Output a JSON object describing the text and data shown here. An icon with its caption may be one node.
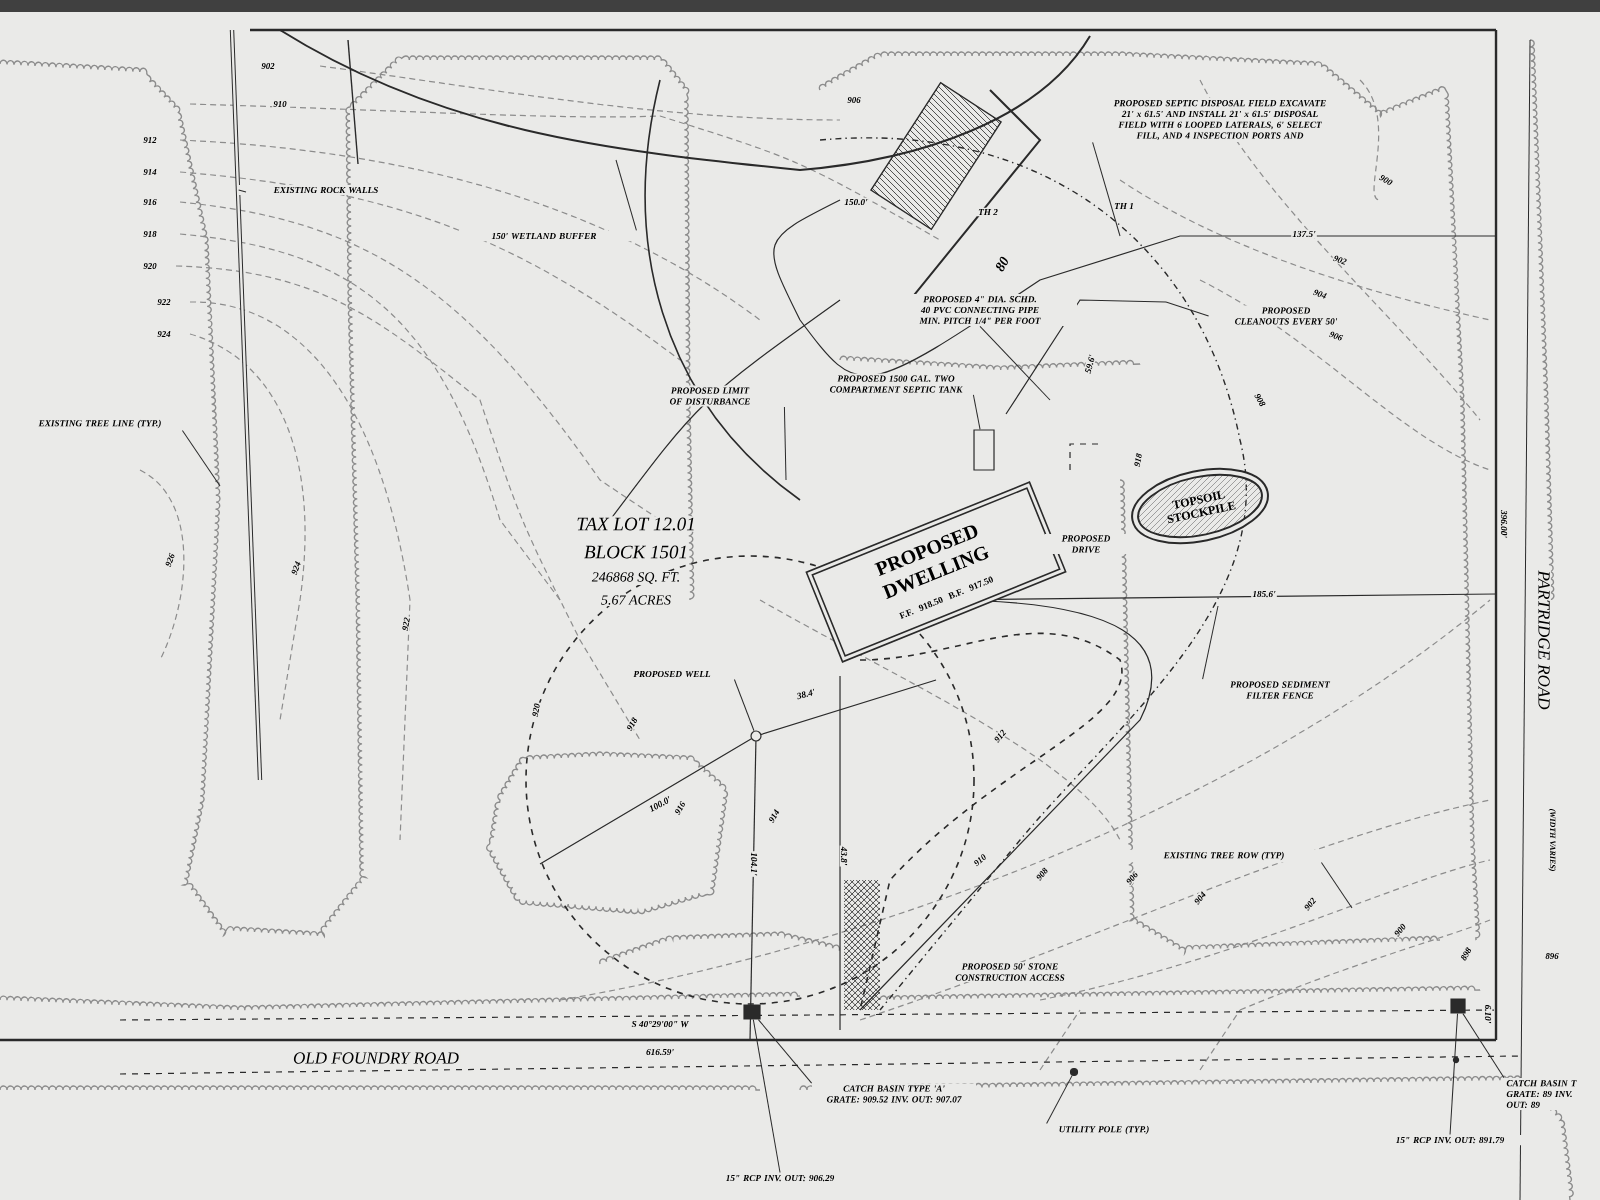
{
  "diagram": {
    "nodes": [
      {
        "text": [
          "EXISTING ROCK WALLS"
        ]
      },
      {
        "text": [
          "150' WETLAND BUFFER"
        ]
      },
      {
        "text": [
          "EXISTING TREE LINE (TYP.)"
        ]
      },
      {
        "text": [
          "PROPOSED LIMIT OF DISTURBANCE"
        ]
      },
      {
        "text": [
          "PROPOSED SEPTIC DISPOSAL FIELD EXCAVATE 21' x 61.5' AND INSTALL 21' x 61.5' DISPOSAL FIELD WITH 6 LOOPED LATERALS, 6' SELECT FILL, AND 4 INSPECTION PORTS AND"
        ]
      },
      {
        "text": [
          "PROPOSED 4\" DIA. SCHD. 40 PVC CONNECTING PIPE MIN. PITCH 1/4\" PER FOOT"
        ]
      },
      {
        "text": [
          "PROPOSED 1500 GAL. TWO COMPARTMENT SEPTIC TANK"
        ]
      },
      {
        "text": [
          "PROPOSED CLEANOUTS EVERY 50'"
        ]
      },
      {
        "text": [
          "PROPOSED WELL"
        ]
      },
      {
        "text": [
          "PROPOSED SEDIMENT FILTER FENCE"
        ]
      },
      {
        "text": [
          "EXISTING TREE ROW (TYP)"
        ]
      },
      {
        "text": [
          "CATCH BASIN TYPE 'A' GRATE: 909.52 INV. OUT: 907.07"
        ]
      },
      {
        "text": [
          "UTILITY POLE (TYP.)"
        ]
      },
      {
        "text": [
          "15\" RCP INV. OUT: 891.79"
        ]
      },
      {
        "text": [
          "CATCH BASIN T GRATE: 89 INV. OUT: 89"
        ]
      },
      {
        "text": [
          "15\" RCP INV. OUT: 906.29"
        ]
      },
      {
        "text": [
          "PROPOSED DWELLING",
          "F.F. 918.50 B.F. 917.50"
        ]
      },
      {
        "text": [
          "TOPSOIL STOCKPILE"
        ]
      },
      {
        "text": [],
        "shape": "box"
      },
      {
        "text": [],
        "shape": "box"
      },
      {
        "text": [],
        "shape": "circle"
      },
      {
        "text": [],
        "shape": "circle"
      },
      {
        "text": [],
        "shape": "box"
      }
    ],
    "edges": [
      {
        "from": 0,
        "to": null,
        "arrow": "none"
      },
      {
        "from": 1,
        "to": null,
        "arrow": "none"
      },
      {
        "from": 2,
        "to": null,
        "arrow": "none"
      },
      {
        "from": 3,
        "to": null,
        "arrow": "none"
      },
      {
        "from": 4,
        "to": null,
        "arrow": "none"
      },
      {
        "from": 5,
        "to": null,
        "arrow": "none"
      },
      {
        "from": 6,
        "to": 22,
        "arrow": "none"
      },
      {
        "from": 7,
        "to": null,
        "arrow": "none"
      },
      {
        "from": 8,
        "to": 21,
        "arrow": "none"
      },
      {
        "from": 9,
        "to": null,
        "arrow": "none"
      },
      {
        "from": 10,
        "to": null,
        "arrow": "none"
      },
      {
        "from": 11,
        "to": 18,
        "arrow": "none"
      },
      {
        "from": 12,
        "to": 20,
        "arrow": "none"
      },
      {
        "from": 13,
        "to": 19,
        "arrow": "none"
      },
      {
        "from": 14,
        "to": 19,
        "arrow": "none"
      },
      {
        "from": 15,
        "to": 18,
        "arrow": "none"
      }
    ],
    "labels": [
      "TAX LOT 12.01",
      "BLOCK 1501",
      "246868 SQ. FT.",
      "5.67 ACRES",
      "PROPOSED DRIVE",
      "PROPOSED 50' STONE CONSTRUCTION ACCESS",
      "OLD FOUNDRY ROAD",
      "PARTRIDGE ROAD",
      "(WIDTH VARIES)",
      "S 40°29'00\" W",
      "616.59'",
      "150.0'",
      "137.5'",
      "185.6'",
      "100.0'",
      "38.4'",
      "43.8'",
      "104.1'",
      "59.6'",
      "396.00'",
      "6.10'",
      "TH 2",
      "TH 1",
      "80",
      "902",
      "910",
      "912",
      "914",
      "916",
      "918",
      "920",
      "922",
      "924",
      "926",
      "924",
      "922",
      "920",
      "918",
      "916",
      "914",
      "906",
      "900",
      "902",
      "904",
      "906",
      "908",
      "918",
      "912",
      "910",
      "908",
      "906",
      "904",
      "902",
      "900",
      "898",
      "896"
    ]
  }
}
